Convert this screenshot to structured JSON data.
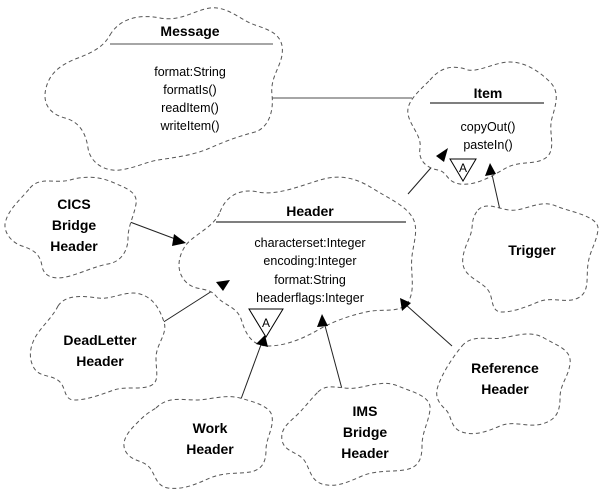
{
  "diagram": {
    "type": "class-diagram",
    "notation": "booch-cloud",
    "classes": {
      "message": {
        "name": "Message",
        "members": [
          "format:String",
          "formatIs()",
          "readItem()",
          "writeItem()"
        ]
      },
      "item": {
        "name": "Item",
        "members": [
          "copyOut()",
          "pasteIn()"
        ],
        "abstract_marker": "A"
      },
      "header": {
        "name": "Header",
        "members": [
          "characterset:Integer",
          "encoding:Integer",
          "format:String",
          "headerflags:Integer"
        ],
        "abstract_marker": "A"
      },
      "cics_bridge_header": {
        "name_lines": [
          "CICS",
          "Bridge",
          "Header"
        ]
      },
      "dead_letter_header": {
        "name_lines": [
          "DeadLetter",
          "Header"
        ]
      },
      "work_header": {
        "name_lines": [
          "Work",
          "Header"
        ]
      },
      "ims_bridge_header": {
        "name_lines": [
          "IMS",
          "Bridge",
          "Header"
        ]
      },
      "reference_header": {
        "name_lines": [
          "Reference",
          "Header"
        ]
      },
      "trigger": {
        "name_lines": [
          "Trigger"
        ]
      }
    },
    "relationships": [
      {
        "from": "Message",
        "to": "Item",
        "kind": "association"
      },
      {
        "from": "Header",
        "to": "Item",
        "kind": "inherits"
      },
      {
        "from": "Trigger",
        "to": "Item",
        "kind": "inherits"
      },
      {
        "from": "CICS Bridge Header",
        "to": "Header",
        "kind": "inherits"
      },
      {
        "from": "DeadLetter Header",
        "to": "Header",
        "kind": "inherits"
      },
      {
        "from": "Work Header",
        "to": "Header",
        "kind": "inherits"
      },
      {
        "from": "IMS Bridge Header",
        "to": "Header",
        "kind": "inherits"
      },
      {
        "from": "Reference Header",
        "to": "Header",
        "kind": "inherits"
      }
    ]
  }
}
